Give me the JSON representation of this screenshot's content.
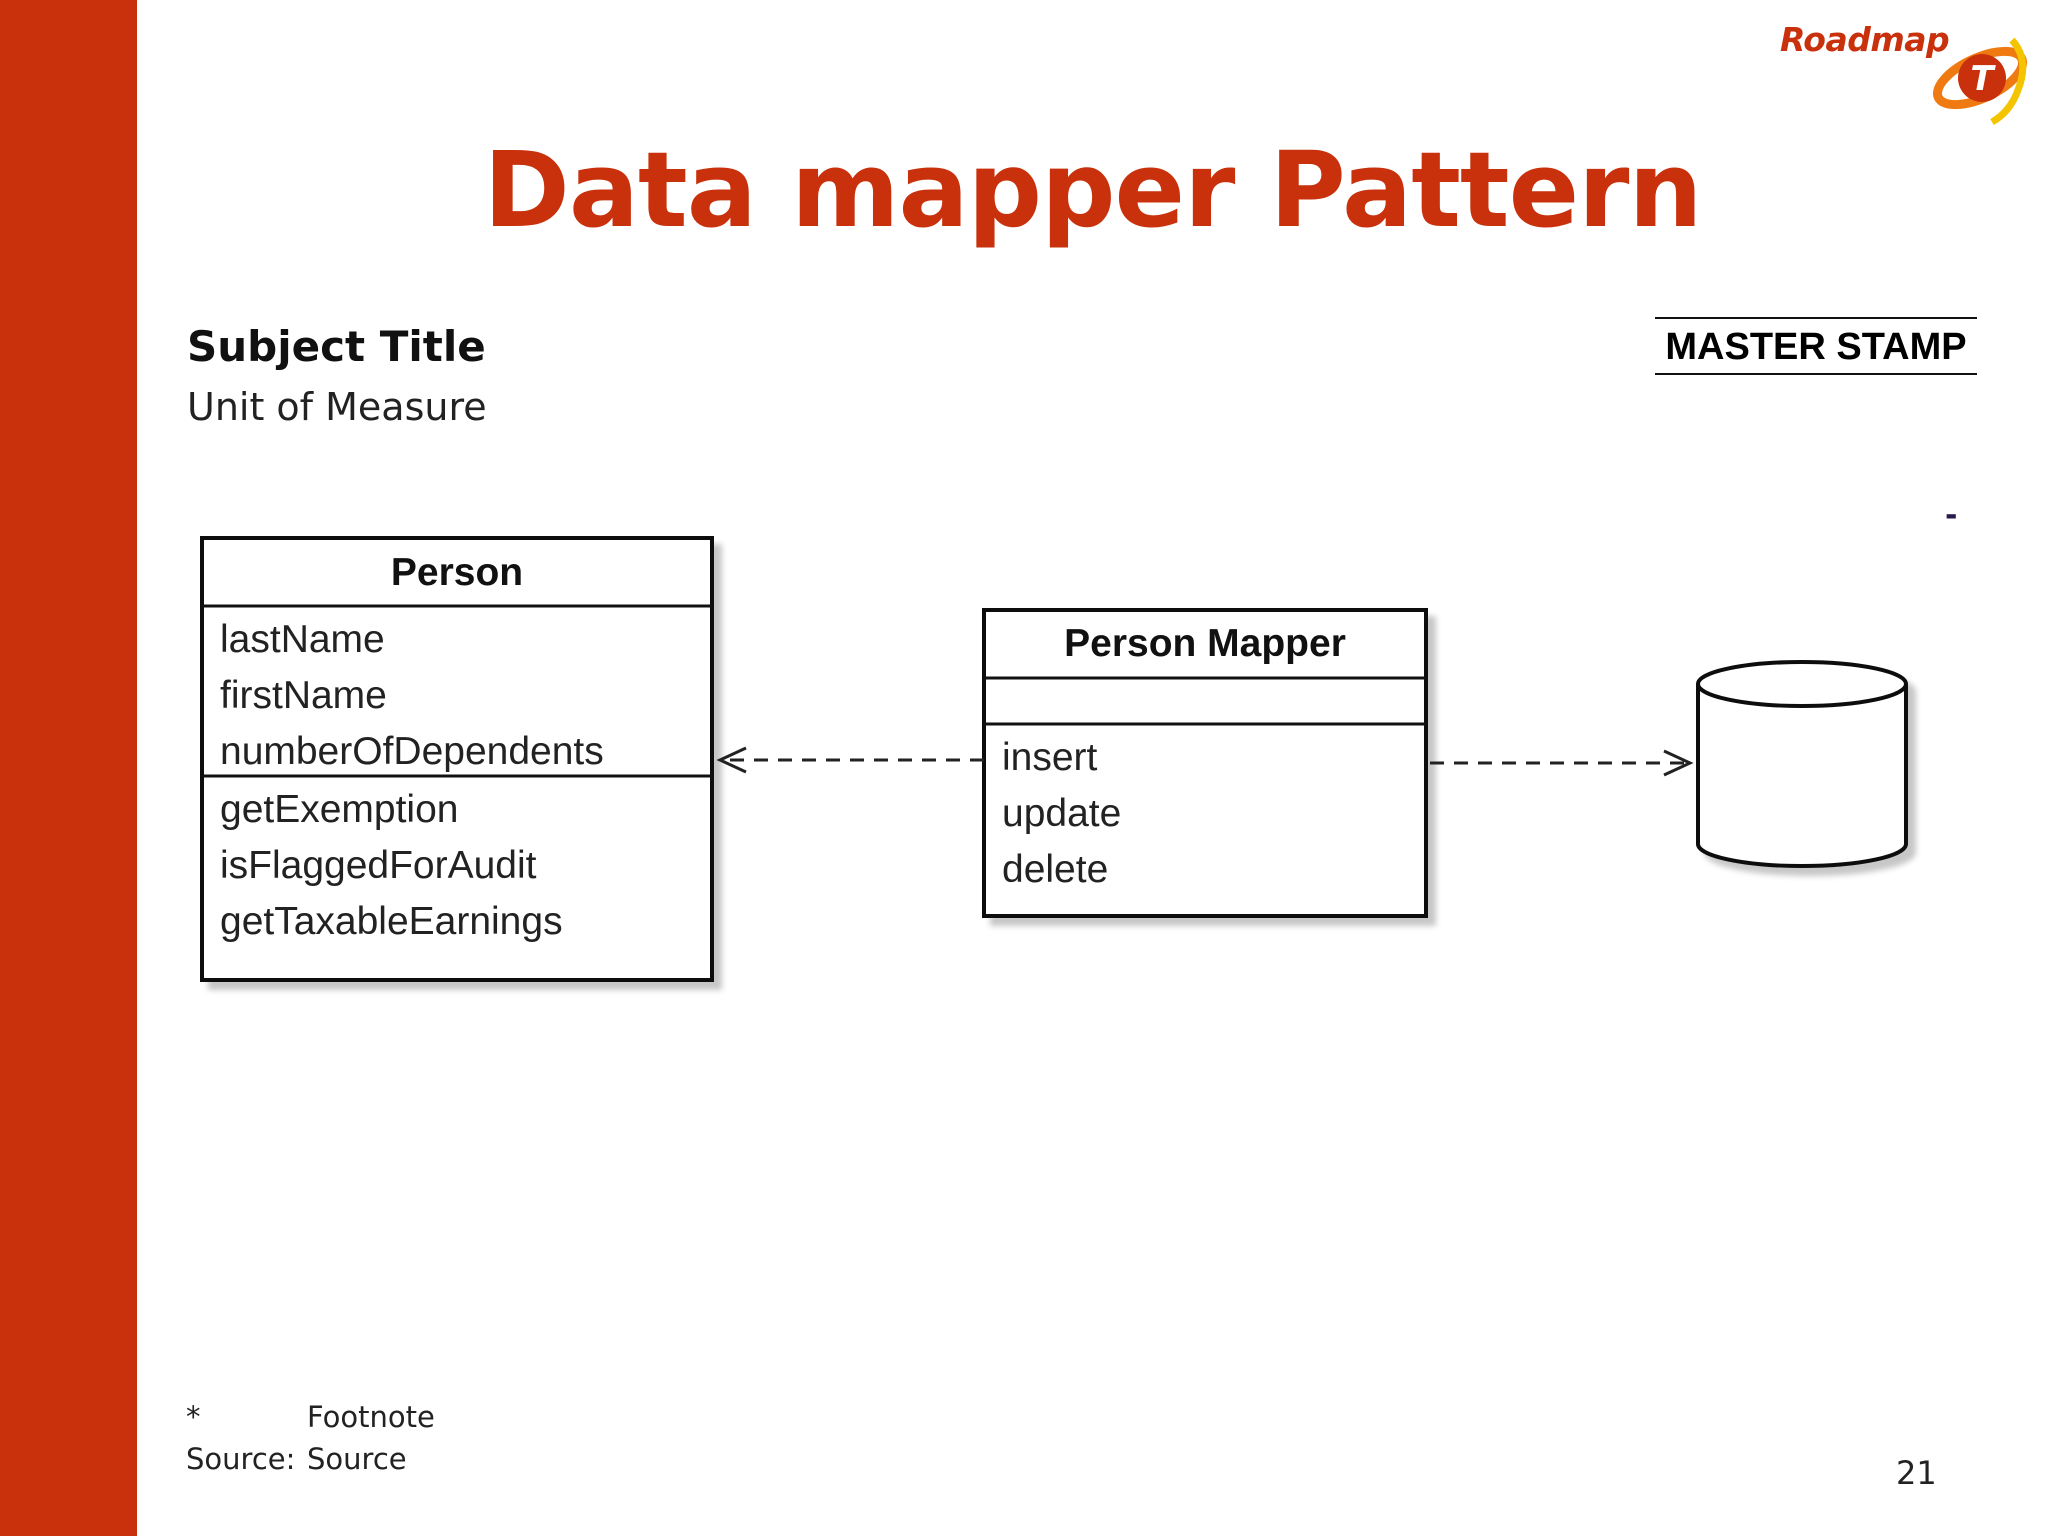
{
  "slide": {
    "title": "Data mapper Pattern",
    "subject_title": "Subject Title",
    "unit_of_measure": "Unit of Measure",
    "stamp": "MASTER STAMP",
    "dash_mark": "-",
    "footnote_marker": "*",
    "footnote_text": "Footnote",
    "source_label": "Source:",
    "source_text": "Source",
    "page_number": "21"
  },
  "logo": {
    "text": "Roadmap",
    "emblem_letter": "T"
  },
  "colors": {
    "accent": "#c9310c",
    "logo_orange": "#f07a12",
    "logo_yellow": "#f5c400"
  },
  "diagram": {
    "person": {
      "name": "Person",
      "attributes": [
        "lastName",
        "firstName",
        "numberOfDependents"
      ],
      "methods": [
        "getExemption",
        "isFlaggedForAudit",
        "getTaxableEarnings"
      ]
    },
    "mapper": {
      "name": "Person Mapper",
      "attributes": [],
      "methods": [
        "insert",
        "update",
        "delete"
      ]
    },
    "database": {
      "icon": "database-cylinder-icon"
    }
  }
}
